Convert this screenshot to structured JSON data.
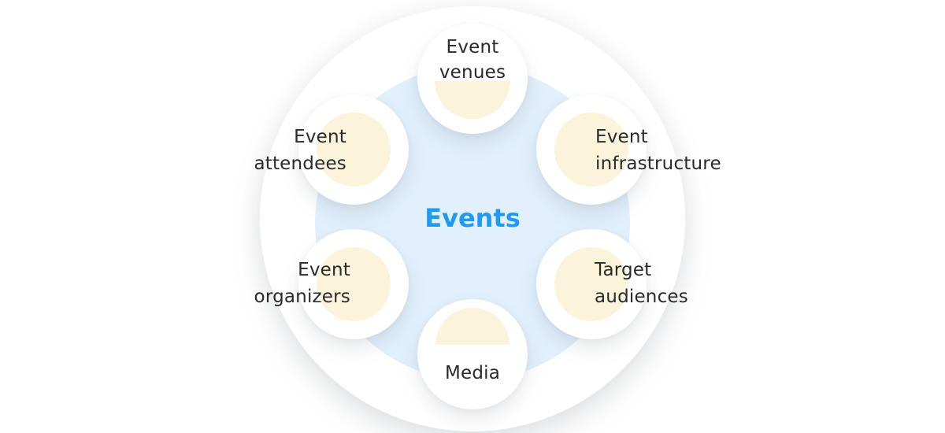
{
  "diagram": {
    "center": {
      "label": "Events"
    },
    "nodes": [
      {
        "name": "event-venues",
        "position": "top",
        "lines": [
          "Event",
          "venues"
        ]
      },
      {
        "name": "event-infrastructure",
        "position": "top-right",
        "lines": [
          "Event",
          "infrastructure"
        ]
      },
      {
        "name": "target-audiences",
        "position": "bottom-right",
        "lines": [
          "Target",
          "audiences"
        ]
      },
      {
        "name": "media",
        "position": "bottom",
        "lines": [
          "Media"
        ]
      },
      {
        "name": "event-organizers",
        "position": "bottom-left",
        "lines": [
          "Event",
          "organizers"
        ]
      },
      {
        "name": "event-attendees",
        "position": "top-left",
        "lines": [
          "Event",
          "attendees"
        ]
      }
    ],
    "colors": {
      "background": "#FFFFFF",
      "center_fill": "#E1F0FC",
      "center_label_color": "#1E9AF2",
      "node_fill": "#FFFFFF",
      "node_dot": "#FBF4DA",
      "label_ink": "#2A2A2C"
    }
  }
}
